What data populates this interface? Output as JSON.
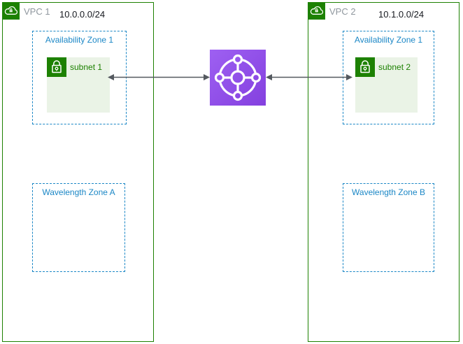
{
  "colors": {
    "vpc_green": "#1D8102",
    "zone_blue": "#1B87C6",
    "subnet_fill": "#EAF3E6",
    "subnet_text": "#1D8102",
    "vpc_label_gray": "#8F979E",
    "cidr_text": "#16191F",
    "arrow_gray": "#54595F",
    "tgw_purple_light": "#9E60F2",
    "tgw_purple_dark": "#8440DF"
  },
  "vpcs": [
    {
      "label": "VPC 1",
      "cidr": "10.0.0.0/24",
      "icon": "vpc-cloud-lock-icon",
      "availability_zone": {
        "label": "Availability Zone 1",
        "subnet": {
          "label": "subnet 1",
          "icon": "lock-icon"
        }
      },
      "wavelength_zone": {
        "label": "Wavelength Zone A"
      }
    },
    {
      "label": "VPC 2",
      "cidr": "10.1.0.0/24",
      "icon": "vpc-cloud-lock-icon",
      "availability_zone": {
        "label": "Availability Zone 1",
        "subnet": {
          "label": "subnet 2",
          "icon": "lock-icon"
        }
      },
      "wavelength_zone": {
        "label": "Wavelength Zone B"
      }
    }
  ],
  "transit_gateway": {
    "icon": "transit-gateway-icon"
  },
  "connections": [
    {
      "from": "subnet 1",
      "to": "transit gateway",
      "type": "bidirectional-arrow"
    },
    {
      "from": "transit gateway",
      "to": "subnet 2",
      "type": "bidirectional-arrow"
    }
  ]
}
